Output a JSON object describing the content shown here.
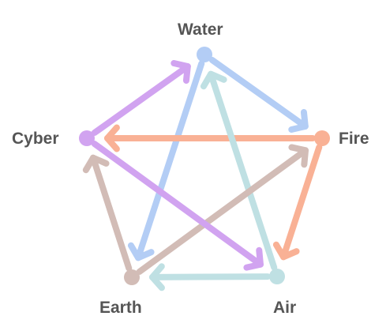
{
  "nodes": [
    {
      "id": "water",
      "label": "Water",
      "color": "#b3cdf5"
    },
    {
      "id": "fire",
      "label": "Fire",
      "color": "#f9b195"
    },
    {
      "id": "air",
      "label": "Air",
      "color": "#bfe0e3"
    },
    {
      "id": "earth",
      "label": "Earth",
      "color": "#d2bcb6"
    },
    {
      "id": "cyber",
      "label": "Cyber",
      "color": "#d1a3f0"
    }
  ],
  "edges": [
    {
      "from": "water",
      "to": "fire",
      "color": "#b3cdf5"
    },
    {
      "from": "water",
      "to": "earth",
      "color": "#b3cdf5"
    },
    {
      "from": "fire",
      "to": "cyber",
      "color": "#f9b195"
    },
    {
      "from": "fire",
      "to": "air",
      "color": "#f9b195"
    },
    {
      "from": "air",
      "to": "earth",
      "color": "#bfe0e3"
    },
    {
      "from": "air",
      "to": "water",
      "color": "#bfe0e3"
    },
    {
      "from": "earth",
      "to": "cyber",
      "color": "#d2bcb6"
    },
    {
      "from": "earth",
      "to": "fire",
      "color": "#d2bcb6"
    },
    {
      "from": "cyber",
      "to": "water",
      "color": "#d1a3f0"
    },
    {
      "from": "cyber",
      "to": "air",
      "color": "#d1a3f0"
    }
  ]
}
